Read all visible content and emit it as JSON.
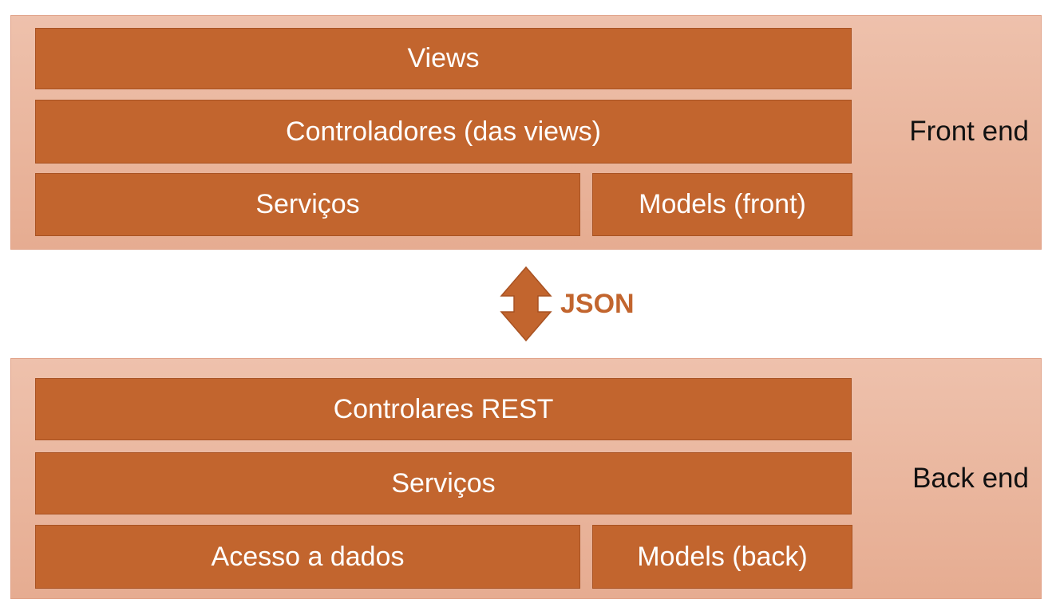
{
  "front_end": {
    "label": "Front end",
    "layers": {
      "views": "Views",
      "controllers": "Controladores (das views)",
      "services": "Serviços",
      "models": "Models (front)"
    }
  },
  "connector": {
    "label": "JSON",
    "icon": "double-headed-vertical-arrow-icon"
  },
  "back_end": {
    "label": "Back end",
    "layers": {
      "rest_controllers": "Controlares REST",
      "services": "Serviços",
      "data_access": "Acesso a dados",
      "models": "Models (back)"
    }
  },
  "colors": {
    "layer_fill": "#c2652e",
    "panel_fill": "#eec1ac",
    "json_text": "#c2652e"
  }
}
